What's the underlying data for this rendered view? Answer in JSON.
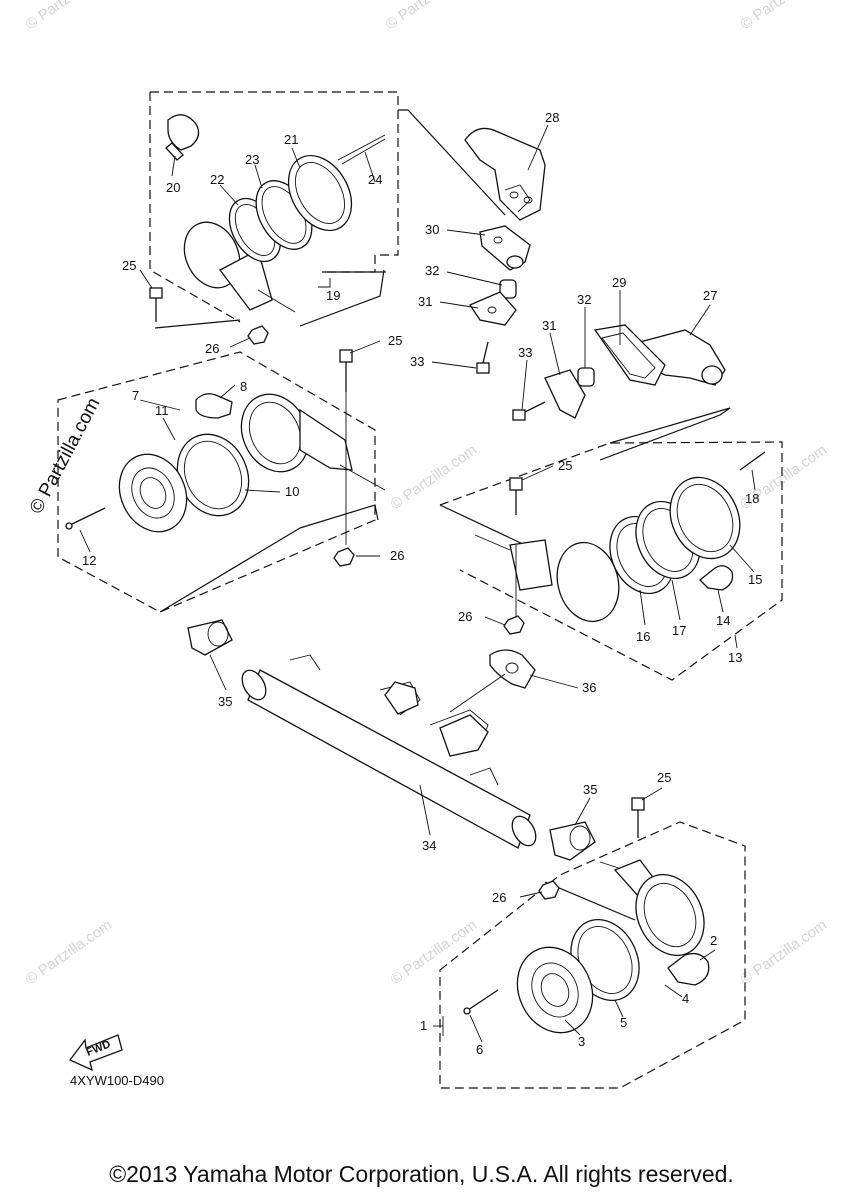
{
  "watermark": {
    "small": "© Partzilla.com",
    "brand": "© Partzilla.com"
  },
  "diagram_code": "4XYW100-D490",
  "fwd_label": "FWD",
  "copyright": "©2013 Yamaha Motor Corporation, U.S.A. All rights reserved.",
  "callouts": {
    "c1": "1",
    "c2": "2",
    "c3": "3",
    "c4": "4",
    "c5": "5",
    "c6": "6",
    "c7": "7",
    "c8": "8",
    "c10": "10",
    "c11": "11",
    "c12": "12",
    "c13": "13",
    "c14": "14",
    "c15": "15",
    "c16": "16",
    "c17": "17",
    "c18": "18",
    "c19": "19",
    "c20": "20",
    "c21": "21",
    "c22": "22",
    "c23": "23",
    "c24": "24",
    "c25a": "25",
    "c25b": "25",
    "c25c": "25",
    "c25d": "25",
    "c26a": "26",
    "c26b": "26",
    "c26c": "26",
    "c26d": "26",
    "c27": "27",
    "c28": "28",
    "c29": "29",
    "c30": "30",
    "c31a": "31",
    "c31b": "31",
    "c32a": "32",
    "c32b": "32",
    "c33a": "33",
    "c33b": "33",
    "c34": "34",
    "c35a": "35",
    "c35b": "35",
    "c36": "36"
  }
}
